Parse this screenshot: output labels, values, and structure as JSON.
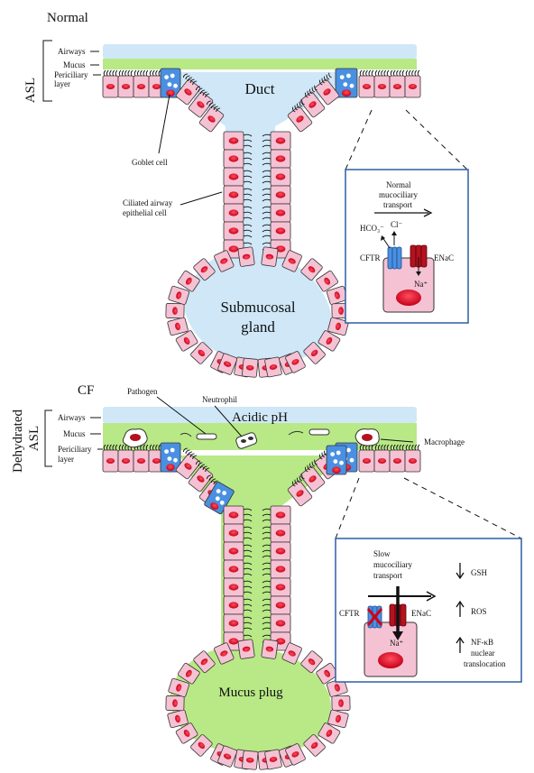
{
  "normal": {
    "title": "Normal",
    "asl": "ASL",
    "layer_airways": "Airways",
    "layer_mucus": "Mucus",
    "layer_pcl_1": "Periciliary",
    "layer_pcl_2": "layer",
    "duct": "Duct",
    "goblet": "Goblet cell",
    "ciliated_1": "Ciliated airway",
    "ciliated_2": "epithelial cell",
    "gland_1": "Submucosal",
    "gland_2": "gland",
    "inset": {
      "transport_1": "Normal",
      "transport_2": "mucociliary",
      "transport_3": "transport",
      "cl": "Cl⁻",
      "hco3": "HCO₃⁻",
      "cftr": "CFTR",
      "enac": "ENaC",
      "na": "Na⁺"
    }
  },
  "cf": {
    "title": "CF",
    "dehydrated": "Dehydrated",
    "asl": "ASL",
    "layer_airways": "Airways",
    "layer_mucus": "Mucus",
    "layer_pcl_1": "Periciliary",
    "layer_pcl_2": "layer",
    "pathogen": "Pathogen",
    "neutrophil": "Neutrophil",
    "acidic": "Acidic pH",
    "macrophage": "Macrophage",
    "plug": "Mucus plug",
    "inset": {
      "transport_1": "Slow",
      "transport_2": "mucociliary",
      "transport_3": "transport",
      "cftr": "CFTR",
      "enac": "ENaC",
      "na": "Na⁺",
      "gsh": "GSH",
      "ros": "ROS",
      "nfkb_1": "NF-κB",
      "nfkb_2": "nuclear",
      "nfkb_3": "translocation"
    }
  },
  "colors": {
    "air": "#cfe7f7",
    "mucus": "#b8e986",
    "cell": "#f5c2d4",
    "nucleus": "#e0102a",
    "goblet": "#4a90e2",
    "enac": "#b3121f",
    "inset_border": "#2b5ea7"
  }
}
